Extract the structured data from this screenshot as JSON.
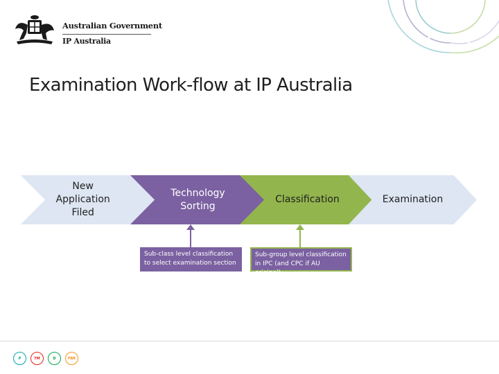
{
  "header": {
    "gov_text": "Australian Government",
    "agency_text": "IP Australia"
  },
  "title": "Examination Work-flow at IP Australia",
  "flow": {
    "steps": [
      {
        "label": "New\nApplication\nFiled",
        "color": "#dde6f2"
      },
      {
        "label": "Technology\nSorting",
        "color": "#7b61a1"
      },
      {
        "label": "Classification",
        "color": "#93b54d"
      },
      {
        "label": "Examination",
        "color": "#dde6f2"
      }
    ],
    "notes": [
      {
        "text": "Sub-class level classification to select examination section"
      },
      {
        "text": "Sub-group level classification in IPC (and CPC if AU original)"
      }
    ]
  },
  "footer": {
    "icons": [
      {
        "label": "P",
        "color": "#00a6a6"
      },
      {
        "label": "TM",
        "color": "#e2231a"
      },
      {
        "label": "D",
        "color": "#00a651"
      },
      {
        "label": "PBR",
        "color": "#f7941d"
      }
    ]
  }
}
